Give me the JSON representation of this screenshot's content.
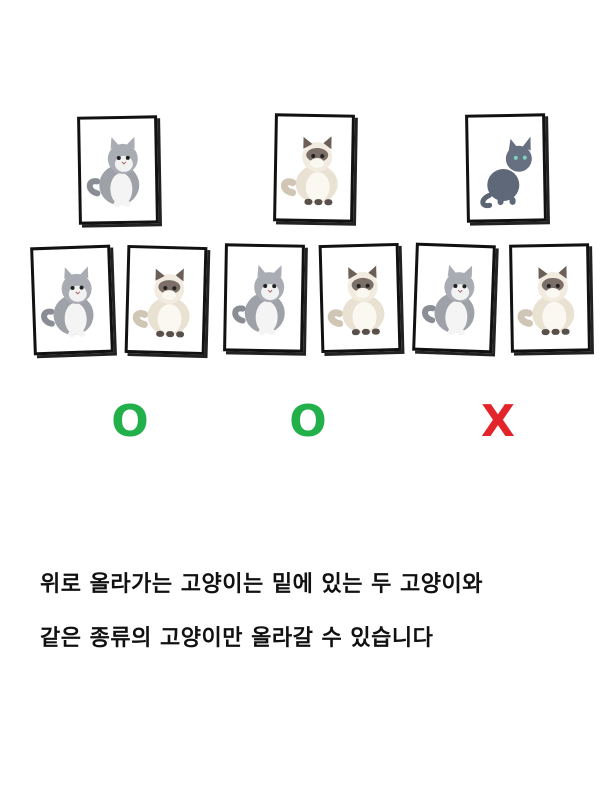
{
  "puzzle": {
    "groups": [
      {
        "top": {
          "breed": "gray-white-longhair-cat"
        },
        "bottom": [
          {
            "breed": "gray-white-longhair-cat"
          },
          {
            "breed": "cream-seal-ragdoll-cat"
          }
        ],
        "result": {
          "symbol": "O",
          "color": "#22b04a"
        }
      },
      {
        "top": {
          "breed": "cream-seal-ragdoll-cat"
        },
        "bottom": [
          {
            "breed": "gray-white-longhair-cat"
          },
          {
            "breed": "cream-seal-ragdoll-cat"
          }
        ],
        "result": {
          "symbol": "O",
          "color": "#22b04a"
        }
      },
      {
        "top": {
          "breed": "blue-gray-shorthair-cat"
        },
        "bottom": [
          {
            "breed": "gray-white-longhair-cat"
          },
          {
            "breed": "cream-seal-ragdoll-cat"
          }
        ],
        "result": {
          "symbol": "X",
          "color": "#e3242b"
        }
      }
    ]
  },
  "caption": {
    "line1": "위로 올라가는 고양이는 밑에 있는 두 고양이와",
    "line2": "같은 종류의 고양이만 올라갈 수 있습니다"
  }
}
